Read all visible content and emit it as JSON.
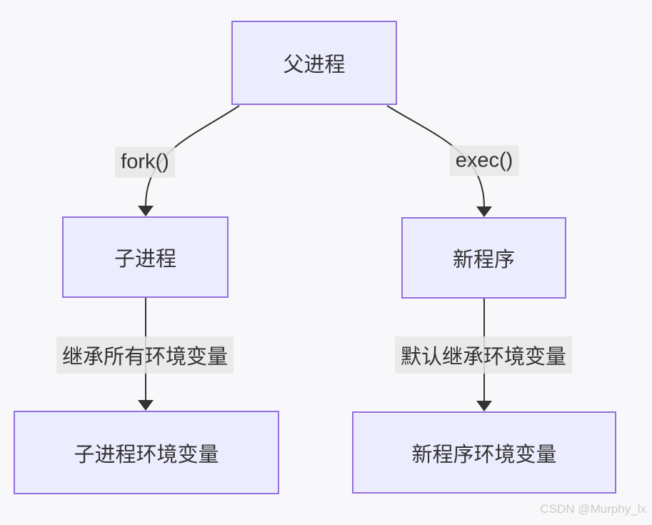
{
  "diagram": {
    "title_hint": "process environment variable inheritance flowchart",
    "nodes": {
      "parent": {
        "label": "父进程"
      },
      "child": {
        "label": "子进程"
      },
      "new_program": {
        "label": "新程序"
      },
      "child_env": {
        "label": "子进程环境变量"
      },
      "new_program_env": {
        "label": "新程序环境变量"
      }
    },
    "edge_labels": {
      "fork": {
        "label": "fork()"
      },
      "exec": {
        "label": "exec()"
      },
      "inherit_all": {
        "label": "继承所有环境变量"
      },
      "inherit_default": {
        "label": "默认继承环境变量"
      }
    },
    "colors": {
      "canvas_bg": "#f8f8fa",
      "node_fill": "#ECECFF",
      "node_border": "#9370DB",
      "edge_line": "#333333",
      "edge_label_bg": "#e8e8e8",
      "text": "#333333",
      "watermark_text": "#cccccc"
    }
  },
  "watermark": {
    "text": "CSDN @Murphy_lx"
  }
}
